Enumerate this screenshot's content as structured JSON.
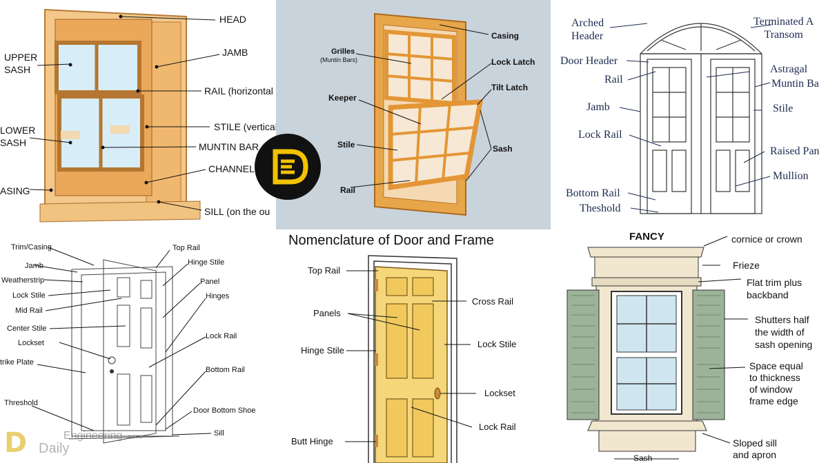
{
  "window_parts": {
    "head": "HEAD",
    "upper_sash": "UPPER\nSASH",
    "jamb": "JAMB",
    "rail": "RAIL (horizontal p",
    "lower_sash": "LOWER\nSASH",
    "stile": "STILE (vertical",
    "muntin_bar": "MUNTIN BAR",
    "channel": "CHANNEL",
    "casing": "ASING",
    "sill": "SILL (on the ou"
  },
  "sash_window": {
    "casing": "Casing",
    "grilles": "Grilles",
    "grilles_sub": "(Muntin Bars)",
    "lock_latch": "Lock Latch",
    "tilt_latch": "Tilt Latch",
    "keeper": "Keeper",
    "stile": "Stile",
    "sash": "Sash",
    "rail": "Rail",
    "bg_color": "#c9d3dc",
    "wood_color": "#e8a64a"
  },
  "french_door": {
    "arched_header": "Arched\nHeader",
    "terminated_transom": "Terminated A\nTransom",
    "door_header": "Door Header",
    "rail": "Rail",
    "astragal": "Astragal",
    "muntin_bar": "Muntin Ba",
    "jamb": "Jamb",
    "stile": "Stile",
    "lock_rail": "Lock Rail",
    "raised_panel": "Raised Pan",
    "mullion": "Mullion",
    "bottom_rail": "Bottom Rail",
    "threshold": "Theshold",
    "text_color": "#1c2b50"
  },
  "door_frame": {
    "trim_casing": "Trim/Casing",
    "jamb": "Jamb",
    "weatherstrip": "Weatherstrip",
    "lock_stile": "Lock Stile",
    "mid_rail": "Mid Rail",
    "center_stile": "Center Stile",
    "lockset": "Lockset",
    "strike_plate": "trike Plate",
    "threshold": "Threshold",
    "top_rail": "Top Rail",
    "hinge_stile": "Hinge Stile",
    "panel": "Panel",
    "hinges": "Hinges",
    "lock_rail": "Lock Rail",
    "bottom_rail": "Bottom Rail",
    "door_bottom_shoe": "Door Bottom Shoe",
    "sill": "Sill"
  },
  "nomenclature": {
    "title": "Nomenclature of Door and Frame",
    "top_rail": "Top Rail",
    "panels": "Panels",
    "hinge_stile": "Hinge Stile",
    "butt_hinge": "Butt Hinge",
    "cross_rail": "Cross Rail",
    "lock_stile": "Lock Stile",
    "lockset": "Lockset",
    "lock_rail": "Lock Rail",
    "door_color": "#f5d77a"
  },
  "fancy_window": {
    "title": "FANCY",
    "cornice": "cornice or crown",
    "frieze": "Frieze",
    "flat_trim": "Flat trim plus\nbackband",
    "shutters": "Shutters half\nthe width of\nsash opening",
    "space_equal": "Space equal\nto thickness\nof window\nframe edge",
    "sloped_sill": "Sloped sill\nand apron",
    "sash": "Sash",
    "shutter_color": "#9cb39a",
    "trim_color": "#f1e7cf"
  },
  "watermark": {
    "logo_letter": "D",
    "brand_top": "Engineering",
    "brand_suffix": ".com",
    "brand_bottom": "Daily"
  }
}
